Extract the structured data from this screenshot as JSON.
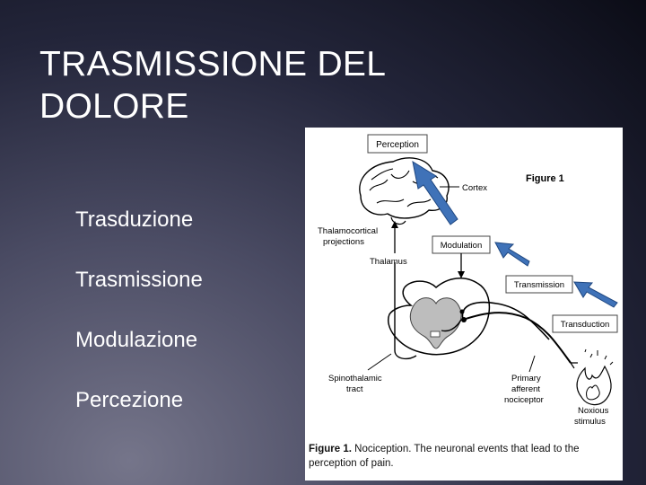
{
  "slide": {
    "title_line1": "TRASMISSIONE DEL",
    "title_line2": "DOLORE",
    "bullets": [
      "Trasduzione",
      "Trasmissione",
      "Modulazione",
      "Percezione"
    ]
  },
  "figure": {
    "figure_label": "Figure 1",
    "labels": {
      "perception": "Perception",
      "cortex": "Cortex",
      "thalamocortical_1": "Thalamocortical",
      "thalamocortical_2": "projections",
      "modulation": "Modulation",
      "thalamus": "Thalamus",
      "transmission": "Transmission",
      "transduction": "Transduction",
      "spinothalamic_1": "Spinothalamic",
      "spinothalamic_2": "tract",
      "primary_1": "Primary",
      "primary_2": "afferent",
      "primary_3": "nociceptor",
      "noxious_1": "Noxious",
      "noxious_2": "stimulus"
    },
    "caption_bold": "Figure 1.",
    "caption_text": " Nociception. The neuronal events that lead to the perception of pain."
  },
  "colors": {
    "arrow": "#3f72b8",
    "arrow_outline": "#1f4780"
  }
}
